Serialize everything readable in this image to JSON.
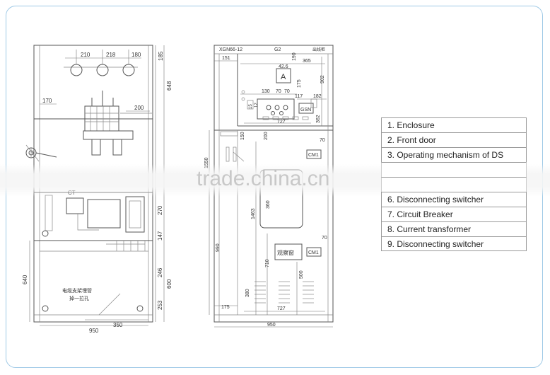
{
  "left_view": {
    "dims_top": [
      "210",
      "218",
      "180"
    ],
    "dim_right_1": "185",
    "dim_right_2": "648",
    "dim_170": "170",
    "dim_200": "200",
    "dim_270": "270",
    "dim_147": "147",
    "dim_246": "246",
    "dim_600": "600",
    "dim_253": "253",
    "dim_640": "640",
    "dim_350": "350",
    "dim_950": "950",
    "label_ct": "CT",
    "note_line1": "电缆支架埋管",
    "note_line2": "掉一拉孔"
  },
  "right_view": {
    "model": "XGN66-12",
    "code": "G2",
    "corner_label": "出线柜",
    "meter_label": "A",
    "gsn_label": "GSN",
    "cm1_label_a": "CM1",
    "cm1_label_b": "CM1",
    "window_label": "观察窗",
    "dims": {
      "d151": "151",
      "d190": "190",
      "d365": "365",
      "d426": "42.6",
      "d902": "902",
      "d175a": "175",
      "d130": "130",
      "d70a": "70",
      "d70b": "70",
      "d117": "117",
      "d182": "182",
      "d15": "15",
      "d12": "12",
      "d727a": "727",
      "d362": "362",
      "d200": "200",
      "d70c": "70",
      "d150": "150",
      "d1550": "1550",
      "d360": "360",
      "d1463": "1463",
      "d70d": "70",
      "d990": "990",
      "d710": "710",
      "d500": "500",
      "d380": "380",
      "d175b": "175",
      "d727b": "727",
      "d950": "950"
    }
  },
  "legend": {
    "items": [
      "1. Enclosure",
      "2. Front door",
      "3. Operating mechanism of DS",
      "",
      "",
      "6. Disconnecting switcher",
      "7. Circuit Breaker",
      "8. Current transformer",
      "9. Disconnecting switcher"
    ]
  },
  "watermark": "trade.china.cn"
}
